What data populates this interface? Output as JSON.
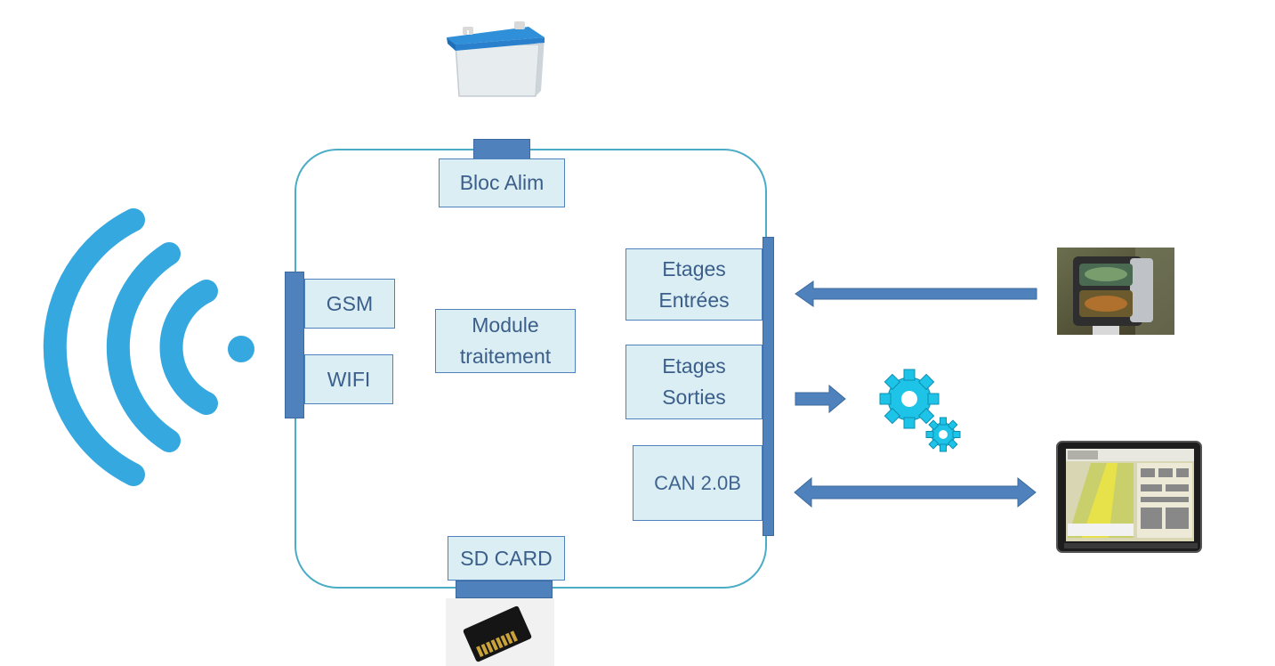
{
  "modules": {
    "power": "Bloc Alim",
    "gsm": "GSM",
    "wifi": "WIFI",
    "processing": [
      "Module",
      "traitement"
    ],
    "inputs": [
      "Etages",
      "Entrées"
    ],
    "outputs": [
      "Etages",
      "Sorties"
    ],
    "can": "CAN 2.0B",
    "sd": "SD CARD"
  },
  "icons": {
    "battery": "battery-icon",
    "wireless": "wireless-signal-icon",
    "sensor": "sensor-camera-icon",
    "actuator": "gears-icon",
    "terminal": "display-terminal-icon",
    "sdcard": "sd-card-icon"
  },
  "colors": {
    "frame": "#4bacc6",
    "module_fill": "#daeef3",
    "module_border": "#4f81bd",
    "connector": "#4f81bd",
    "arrow": "#4f81bd",
    "wireless": "#36a8e0",
    "gear": "#1ec3e8",
    "battery_top": "#2f8fd8"
  }
}
